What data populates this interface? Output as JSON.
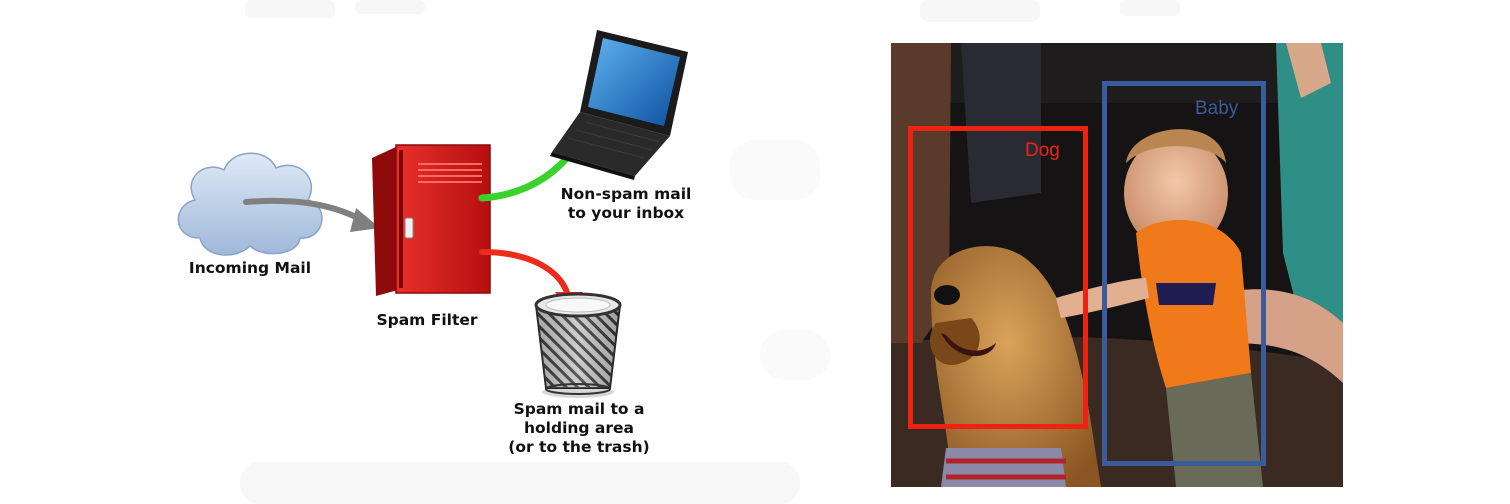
{
  "diagram": {
    "incoming_label": "Incoming Mail",
    "filter_label": "Spam Filter",
    "nonspam_label": [
      "Non-spam mail",
      "to your inbox"
    ],
    "spam_label": [
      "Spam mail to a",
      "holding area",
      "(or to the trash)"
    ]
  },
  "detection": {
    "boxes": [
      {
        "label": "Dog",
        "color": "#ee2211"
      },
      {
        "label": "Baby",
        "color": "#3a5b9c"
      }
    ]
  },
  "colors": {
    "arrow_gray": "#808080",
    "arrow_green": "#39d12c",
    "arrow_red": "#ee2b1a",
    "filter_red": "#d11a1a"
  },
  "icons": [
    "cloud-icon",
    "red-locker-icon",
    "laptop-icon",
    "trash-can-icon"
  ]
}
